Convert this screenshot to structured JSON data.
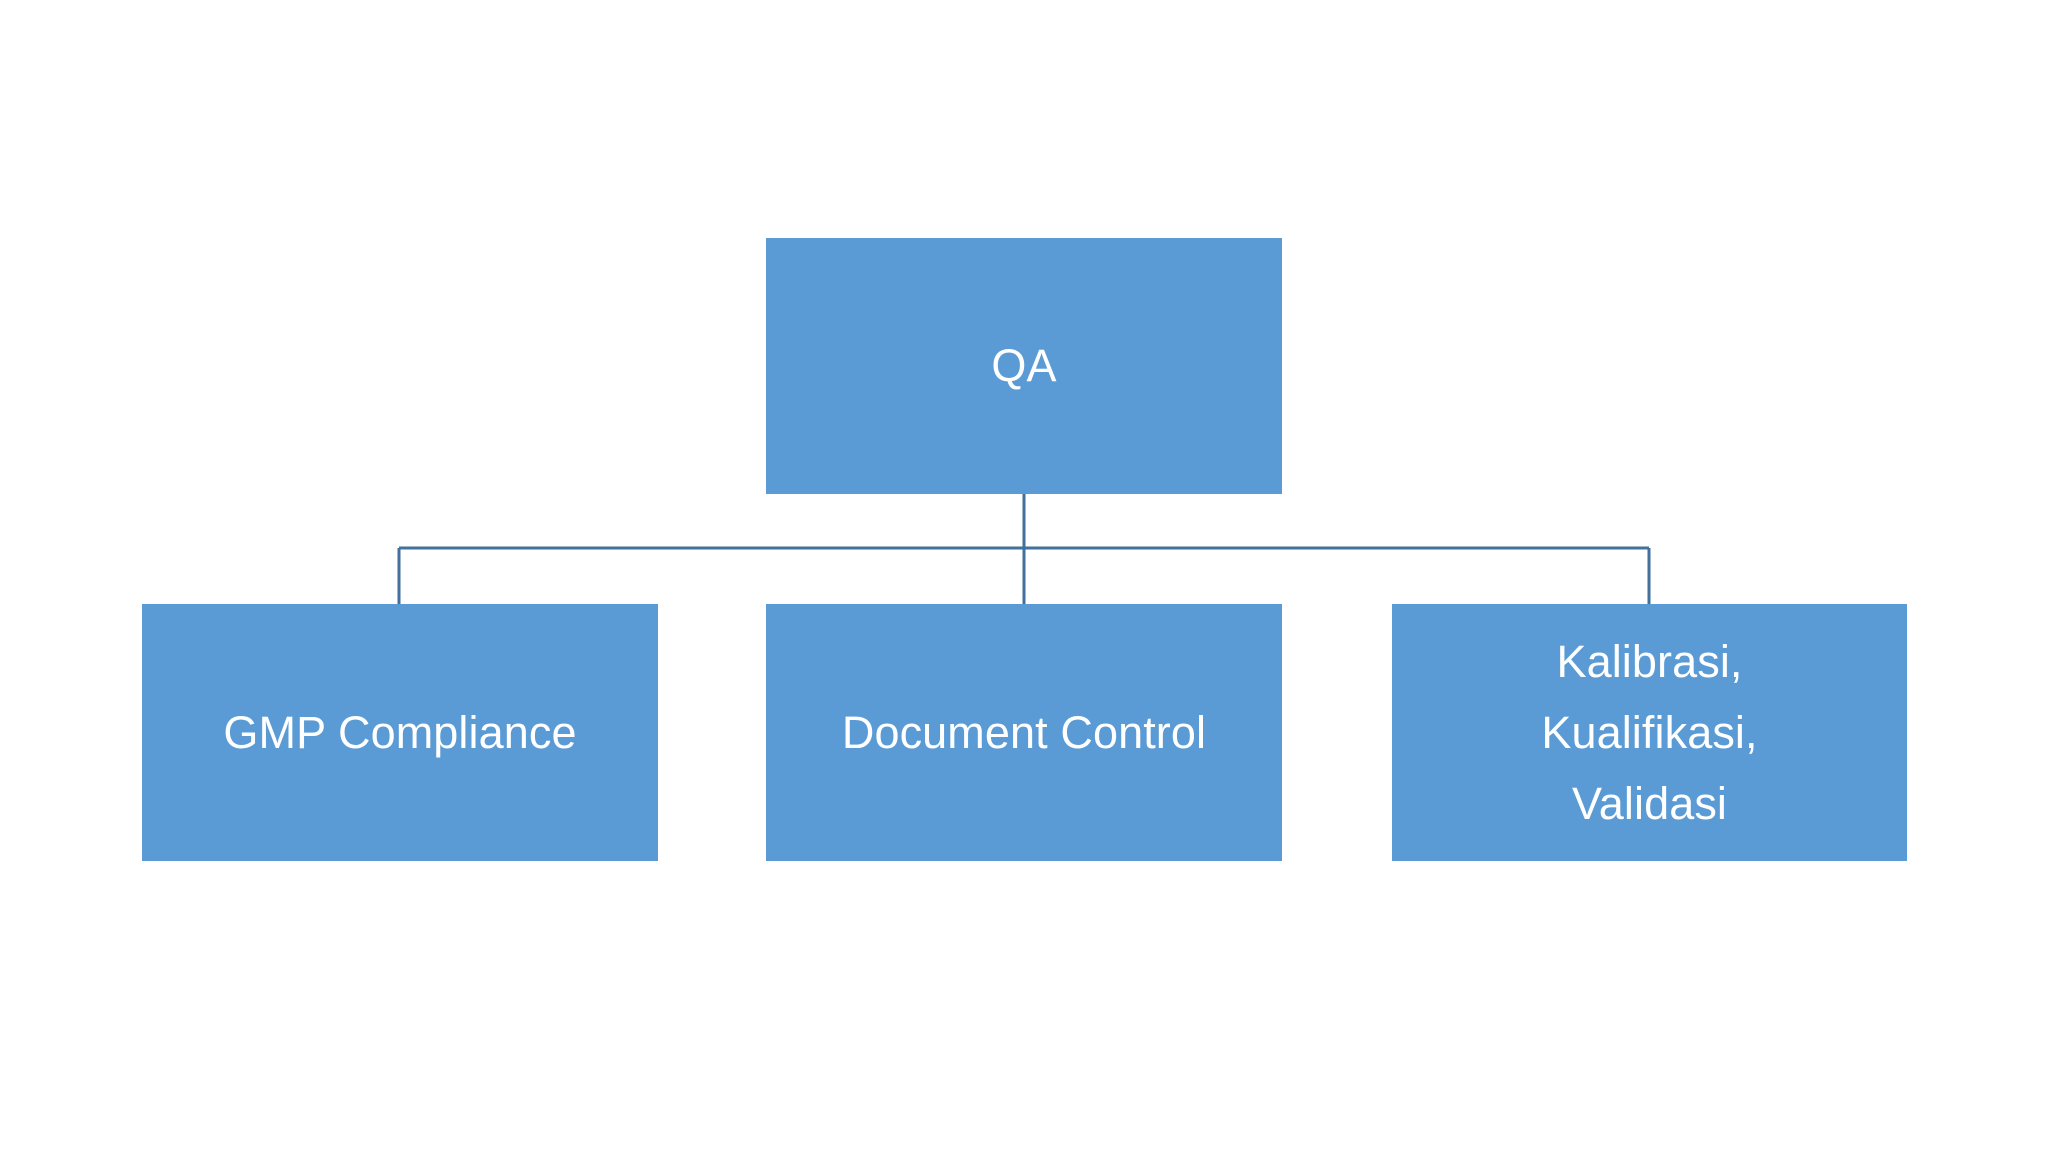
{
  "diagram": {
    "type": "organizational-chart",
    "title": "QA",
    "orientation": "top-down",
    "levels": 2,
    "colors": {
      "node_fill": "#5B9BD5",
      "node_text": "#FFFFFF",
      "connector_line": "#41719C",
      "background": "#FFFFFF"
    },
    "root": {
      "id": "qa",
      "label": "QA"
    },
    "children": [
      {
        "id": "gmp",
        "label": "GMP Compliance"
      },
      {
        "id": "doc",
        "label": "Document Control"
      },
      {
        "id": "kal",
        "label": "Kalibrasi,\nKualifikasi,\nValidasi"
      }
    ]
  }
}
